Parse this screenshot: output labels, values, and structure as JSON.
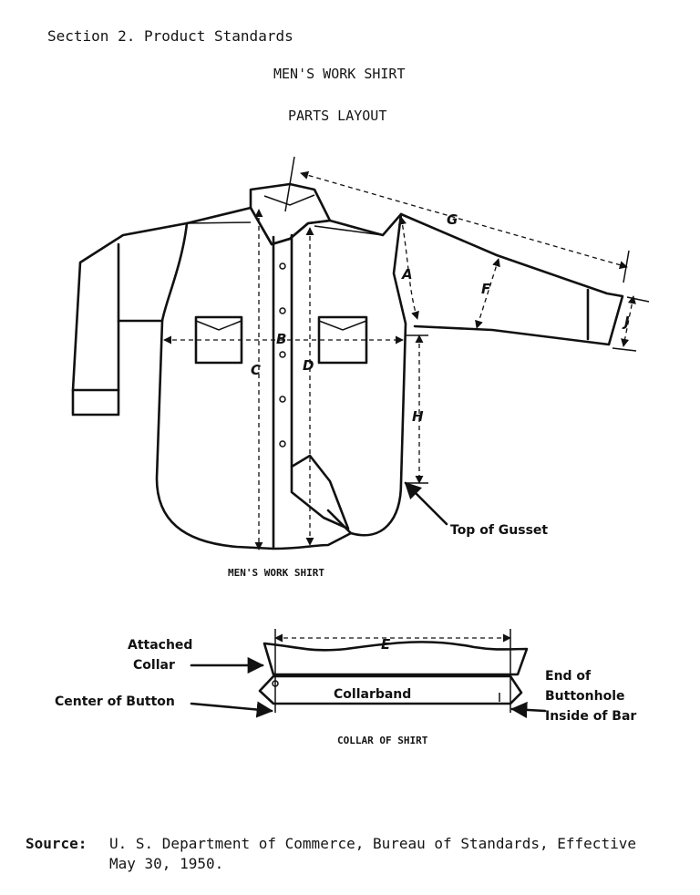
{
  "header": {
    "section": "Section 2.  Product Standards",
    "title": "MEN'S WORK SHIRT",
    "subtitle": "PARTS LAYOUT"
  },
  "shirt_diagram": {
    "labels": {
      "a": "A",
      "b": "B",
      "c": "C",
      "d": "D",
      "f": "F",
      "g": "G",
      "h": "H",
      "j": "J"
    },
    "callouts": {
      "top_of_gusset": "Top of Gusset"
    },
    "caption": "MEN'S WORK SHIRT"
  },
  "collar_diagram": {
    "labels": {
      "e": "E"
    },
    "callouts": {
      "attached_collar_1": "Attached",
      "attached_collar_2": "Collar",
      "center_of_button": "Center of Button",
      "collarband": "Collarband",
      "end_buttonhole_1": "End of",
      "end_buttonhole_2": "Buttonhole",
      "end_buttonhole_3": "Inside of Bar"
    },
    "caption": "COLLAR OF SHIRT"
  },
  "source": {
    "label": "Source:",
    "line1": "U. S. Department of Commerce, Bureau of Standards, Effective",
    "line2": "May 30, 1950."
  }
}
